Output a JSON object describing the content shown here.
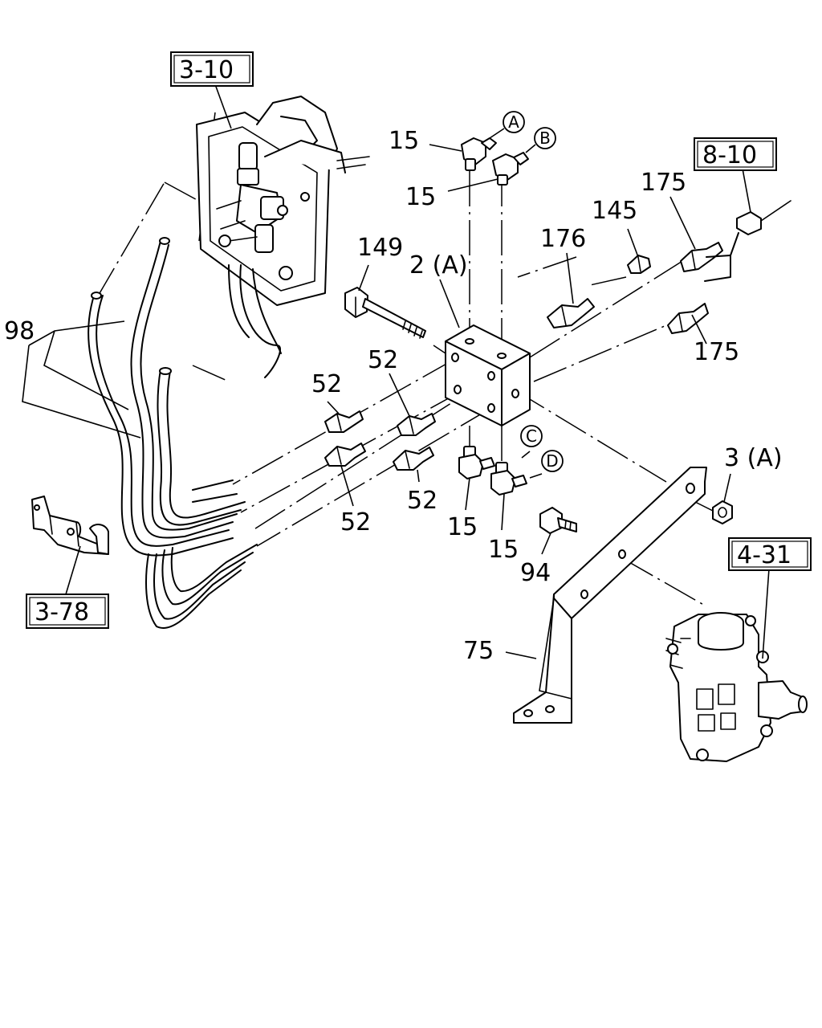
{
  "callouts": {
    "c_15_a": "15",
    "c_15_b": "15",
    "c_15_c": "15",
    "c_15_d": "15",
    "c_149": "149",
    "c_2a": "2 (A)",
    "c_176": "176",
    "c_145": "145",
    "c_175_top": "175",
    "c_175_bottom": "175",
    "c_98": "98",
    "c_52_1": "52",
    "c_52_2": "52",
    "c_52_3": "52",
    "c_52_4": "52",
    "c_3a": "3 (A)",
    "c_94": "94",
    "c_75": "75"
  },
  "references": {
    "ref_3_10": "3-10",
    "ref_8_10": "8-10",
    "ref_3_78": "3-78",
    "ref_4_31": "4-31"
  },
  "connectors": {
    "a": "A",
    "b": "B",
    "c": "C",
    "d": "D"
  }
}
